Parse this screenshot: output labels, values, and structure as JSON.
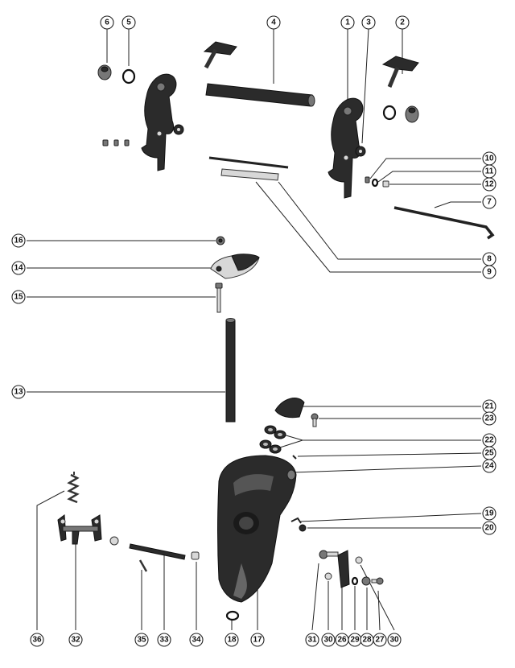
{
  "callouts": [
    {
      "id": "c6",
      "label": "6"
    },
    {
      "id": "c5",
      "label": "5"
    },
    {
      "id": "c4",
      "label": "4"
    },
    {
      "id": "c1",
      "label": "1"
    },
    {
      "id": "c3",
      "label": "3"
    },
    {
      "id": "c2",
      "label": "2"
    },
    {
      "id": "c10",
      "label": "10"
    },
    {
      "id": "c11",
      "label": "11"
    },
    {
      "id": "c12",
      "label": "12"
    },
    {
      "id": "c7",
      "label": "7"
    },
    {
      "id": "c8",
      "label": "8"
    },
    {
      "id": "c9",
      "label": "9"
    },
    {
      "id": "c16",
      "label": "16"
    },
    {
      "id": "c14",
      "label": "14"
    },
    {
      "id": "c15",
      "label": "15"
    },
    {
      "id": "c13",
      "label": "13"
    },
    {
      "id": "c21",
      "label": "21"
    },
    {
      "id": "c23",
      "label": "23"
    },
    {
      "id": "c22",
      "label": "22"
    },
    {
      "id": "c25",
      "label": "25"
    },
    {
      "id": "c24",
      "label": "24"
    },
    {
      "id": "c19",
      "label": "19"
    },
    {
      "id": "c20",
      "label": "20"
    },
    {
      "id": "c36",
      "label": "36"
    },
    {
      "id": "c32",
      "label": "32"
    },
    {
      "id": "c35",
      "label": "35"
    },
    {
      "id": "c33",
      "label": "33"
    },
    {
      "id": "c34",
      "label": "34"
    },
    {
      "id": "c18",
      "label": "18"
    },
    {
      "id": "c17",
      "label": "17"
    },
    {
      "id": "c31",
      "label": "31"
    },
    {
      "id": "c30a",
      "label": "30"
    },
    {
      "id": "c26",
      "label": "26"
    },
    {
      "id": "c29",
      "label": "29"
    },
    {
      "id": "c28",
      "label": "28"
    },
    {
      "id": "c27",
      "label": "27"
    },
    {
      "id": "c30b",
      "label": "30"
    }
  ]
}
